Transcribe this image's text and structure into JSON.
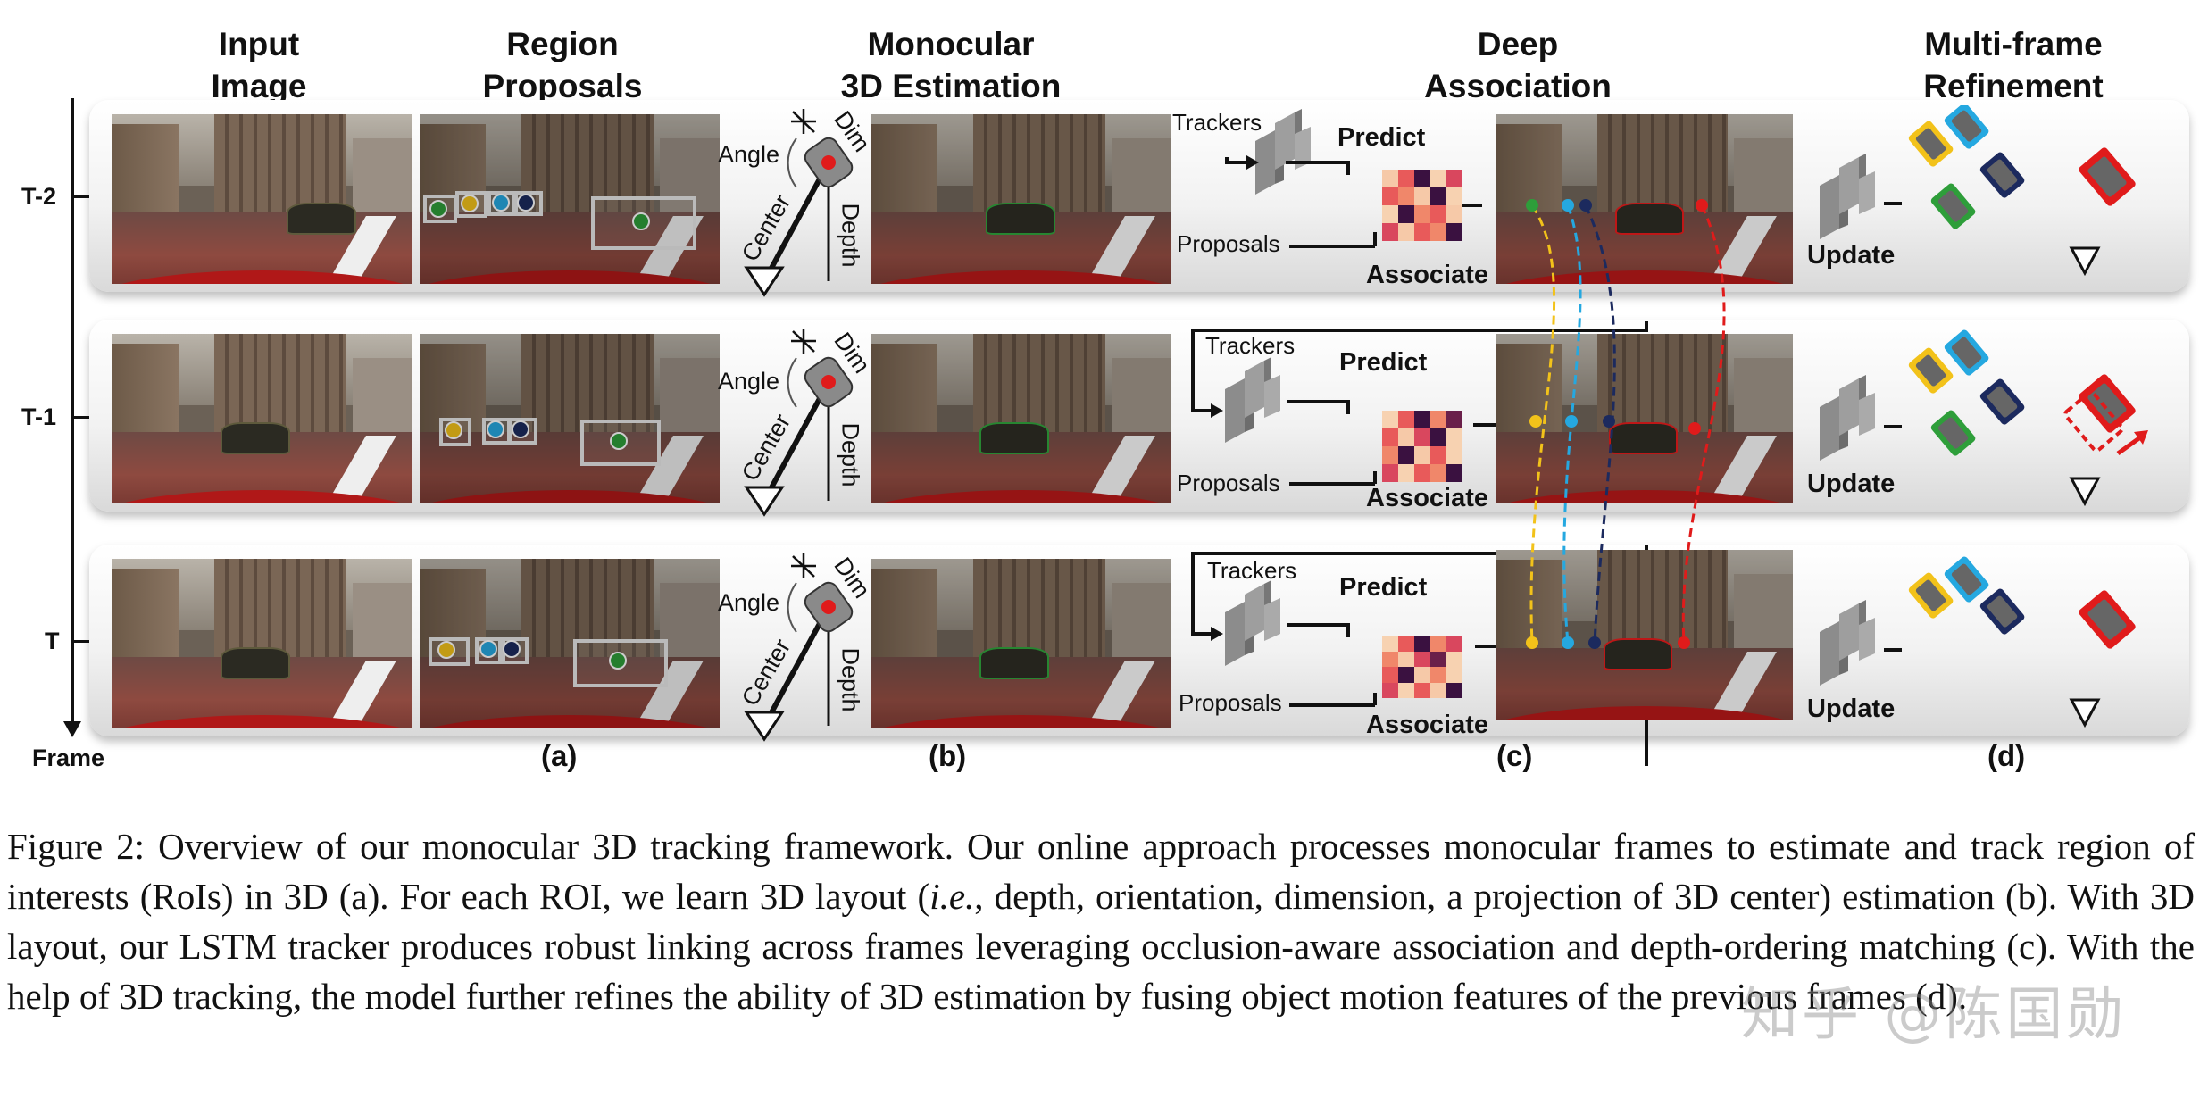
{
  "columns": {
    "input": "Input\nImage",
    "proposals": "Region\nProposals",
    "mono": "Monocular\n3D Estimation",
    "assoc": "Deep\nAssociation",
    "refine": "Multi-frame\nRefinement"
  },
  "rows": [
    "T-2",
    "T-1",
    "T"
  ],
  "frame_axis_label": "Frame",
  "sublabels": {
    "a": "(a)",
    "b": "(b)",
    "c": "(c)",
    "d": "(d)"
  },
  "mono_labels": {
    "angle": "Angle",
    "dim": "Dim",
    "center": "Center",
    "depth": "Depth"
  },
  "assoc_labels": {
    "trackers": "Trackers",
    "proposals": "Proposals",
    "predict": "Predict",
    "associate": "Associate"
  },
  "refine_labels": {
    "update": "Update"
  },
  "colors": {
    "yellow": "#f2c21a",
    "cyan": "#25a8e0",
    "navy": "#1c2a5e",
    "green": "#2e9e3a",
    "red": "#e01b1b"
  },
  "caption": {
    "p1": "Figure 2: Overview of our monocular 3D tracking framework. Our online approach processes monocular frames to estimate and track region of interests (RoIs) in 3D (a). For each ROI, we learn 3D layout (",
    "ie": "i.e.",
    "p2": ", depth, orientation, dimension, a projection of 3D center) estimation (b). With 3D layout, our LSTM tracker produces robust linking across frames leveraging occlusion-aware association and depth-ordering matching (c). With the help of 3D tracking, the model further refines the ability of 3D estimation by fusing object motion features of the previous frames (d)."
  },
  "watermark": "知乎 @陈国勋"
}
